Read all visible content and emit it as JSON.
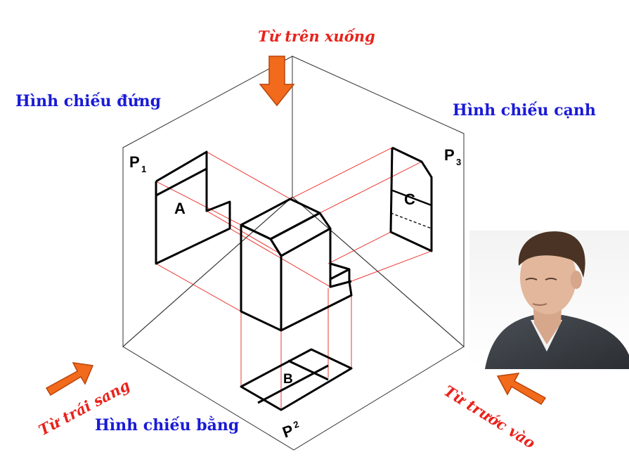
{
  "labels": {
    "front_view": "Hình chiếu đứng",
    "side_view": "Hình chiếu cạnh",
    "top_view": "Hình chiếu bằng",
    "dir_top": "Từ trên xuống",
    "dir_left": "Từ trái sang",
    "dir_front": "Từ  trước vào"
  },
  "planes": {
    "p1": {
      "letter": "P",
      "sub": "1"
    },
    "p2": {
      "letter": "P",
      "sub": "2"
    },
    "p3": {
      "letter": "P",
      "sub": "3"
    }
  },
  "faces": {
    "a": "A",
    "b": "B",
    "c": "C"
  },
  "colors": {
    "plane_fill": "#bfe8bf",
    "object_fill": "#f7b98b",
    "label_blue": "#1a1ad6",
    "label_red": "#e8231c",
    "arrow_orange": "#f26a1b"
  },
  "icons": {
    "observer": "person-photo",
    "arrows": "arrow-icon"
  }
}
